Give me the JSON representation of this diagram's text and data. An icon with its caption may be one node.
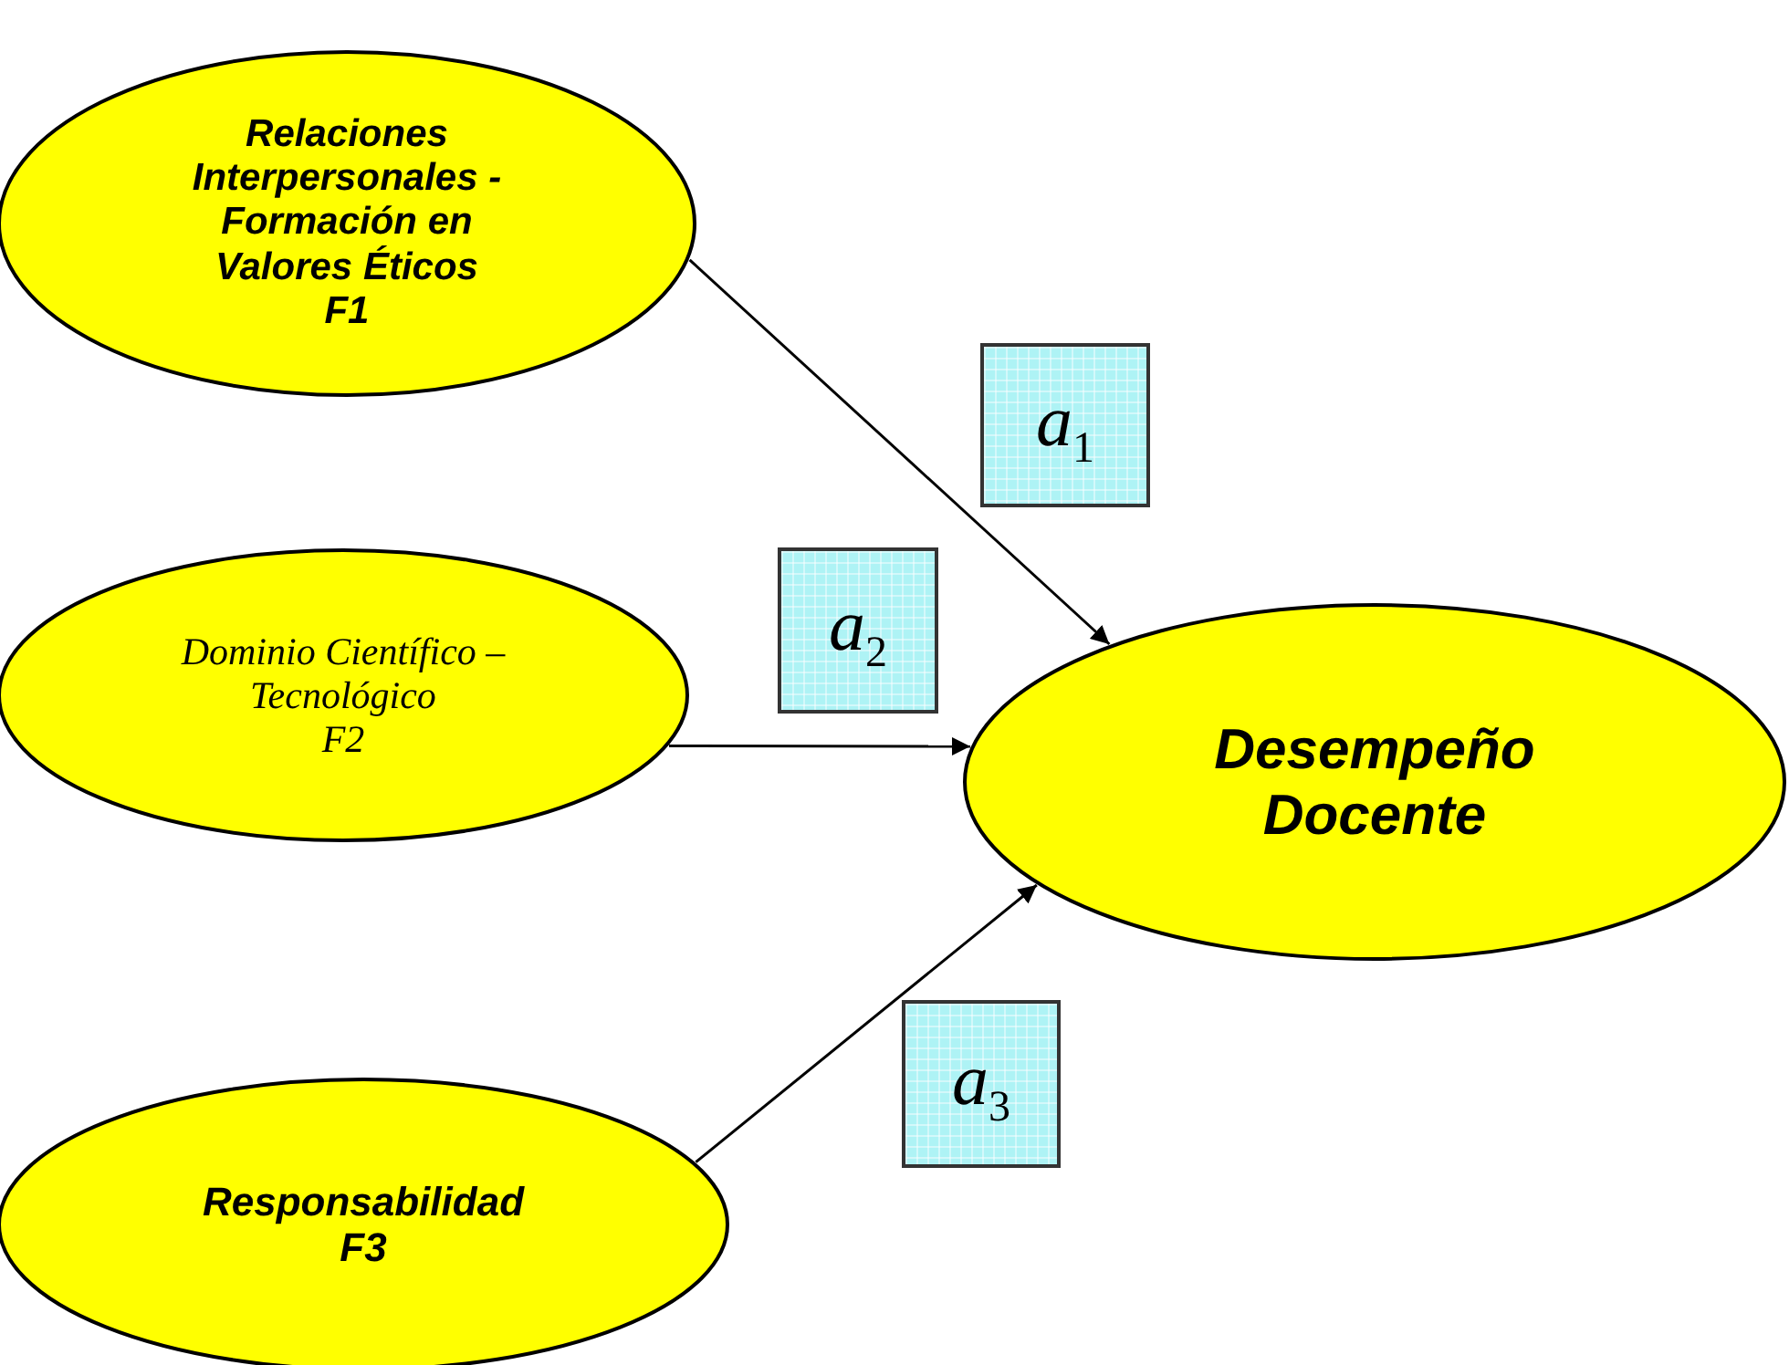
{
  "diagram": {
    "nodes": [
      {
        "text": [
          "Relaciones Interpersonales - Formación en Valores Éticos",
          "F1"
        ]
      },
      {
        "text": [
          "*a*$_{1}$"
        ]
      },
      {
        "text": [
          "*a*$_{2}$"
        ]
      },
      {
        "text": [
          "Dominio Científico – Tecnológico",
          "F2"
        ]
      },
      {
        "text": [
          "Desempeño Docente"
        ]
      },
      {
        "text": [
          "*a*$_{3}$"
        ]
      },
      {
        "text": [
          "Responsabilidad",
          "F3"
        ]
      }
    ],
    "edges": [
      {
        "from": 0,
        "to": 4,
        "arrow": "to"
      },
      {
        "from": 3,
        "to": 4,
        "arrow": "to"
      },
      {
        "from": 6,
        "to": 4,
        "arrow": "to"
      }
    ]
  }
}
